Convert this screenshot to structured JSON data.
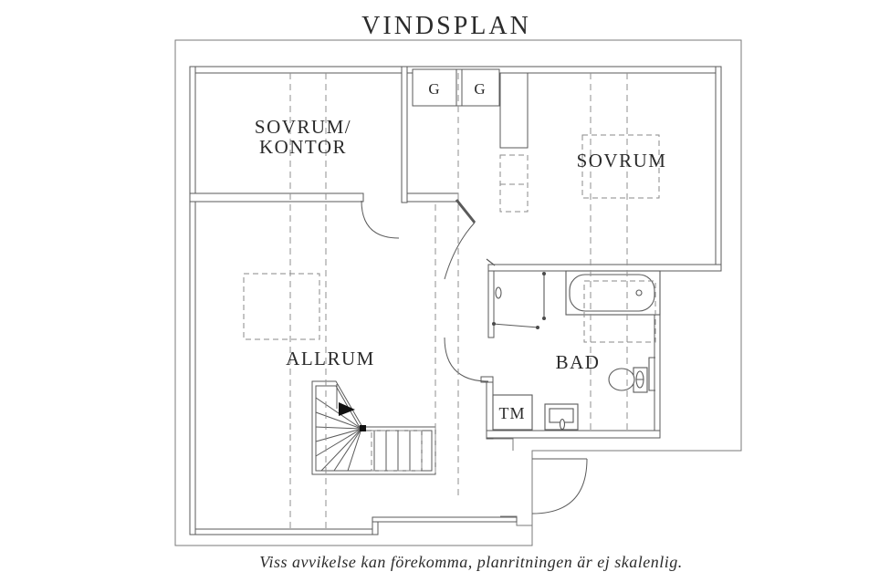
{
  "title": "VINDSPLAN",
  "footer": "Viss avvikelse kan förekomma, planritningen är ej skalenlig.",
  "floor_plan": {
    "rooms": {
      "sovrum_kontor": {
        "label_line1": "SOVRUM/",
        "label_line2": "KONTOR"
      },
      "sovrum": {
        "label": "SOVRUM"
      },
      "allrum": {
        "label": "ALLRUM"
      },
      "bad": {
        "label": "BAD"
      }
    },
    "closets": {
      "left_label": "G",
      "right_label": "G"
    },
    "appliances": {
      "washing_machine_label": "TM"
    },
    "fixtures": [
      "bathtub",
      "toilet",
      "sink",
      "washing-machine",
      "shower-glass",
      "winder-staircase"
    ],
    "stairs_direction": "up"
  },
  "colors": {
    "background": "#ffffff",
    "wall_line": "#5a5a5a",
    "thin_outline": "#7a7a7a",
    "dashed_line": "#8f8f8f",
    "text": "#2b2b2b",
    "stair_arrow": "#111111"
  }
}
